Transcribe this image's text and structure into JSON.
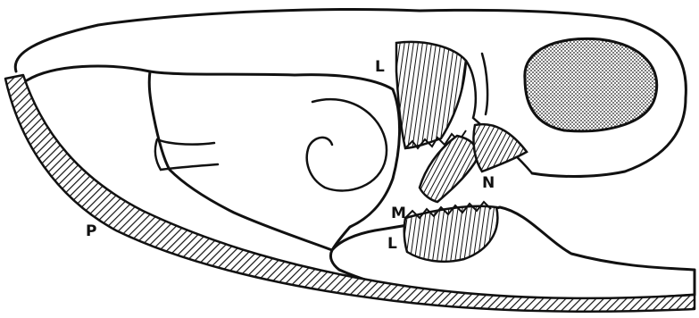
{
  "figure": {
    "labels": {
      "upper_l": "L",
      "lower_l": "L",
      "m": "M",
      "n": "N",
      "p": "P"
    },
    "colors": {
      "ink": "#111111",
      "paper": "#ffffff"
    }
  }
}
